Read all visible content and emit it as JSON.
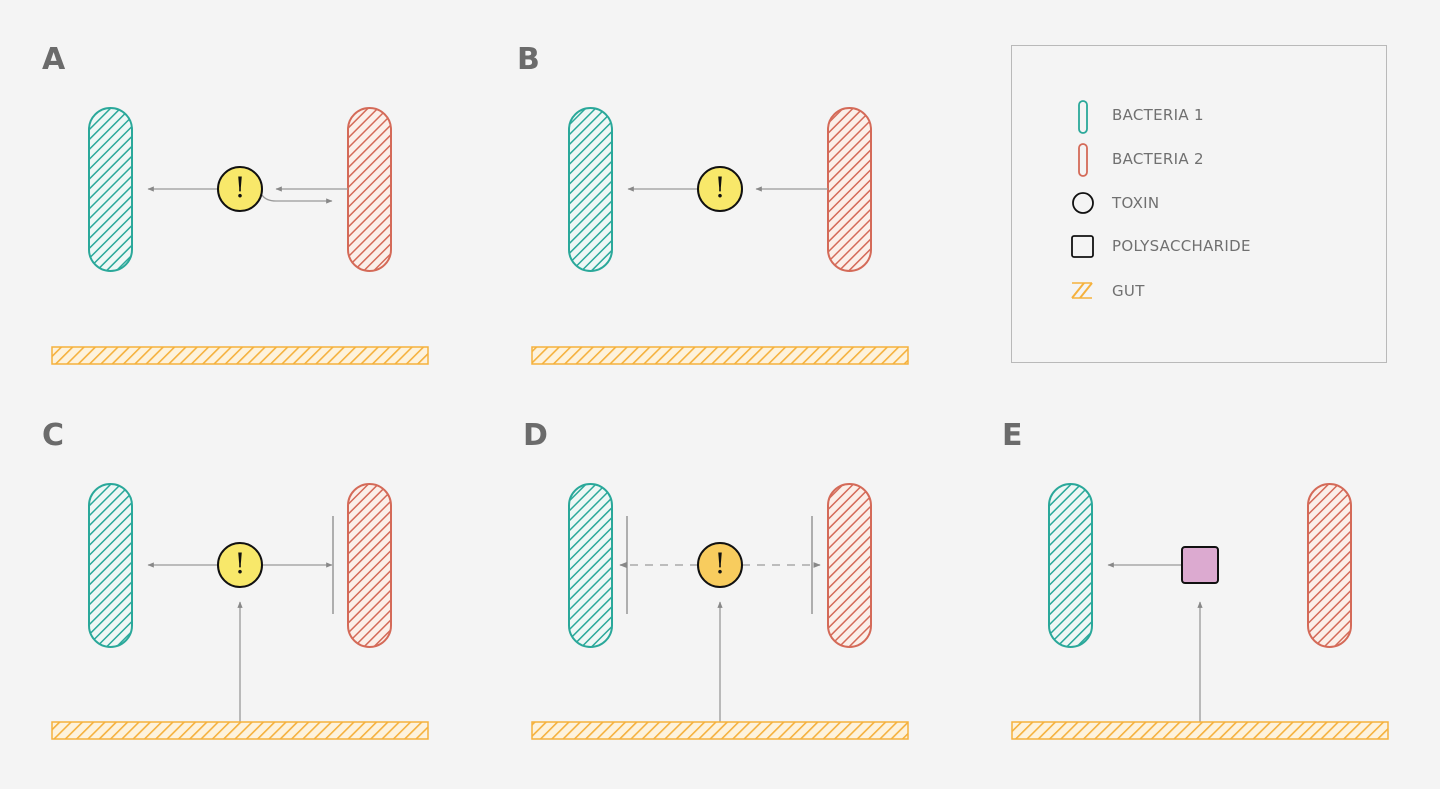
{
  "panels": [
    {
      "id": "A",
      "label": "A",
      "toxin": "!"
    },
    {
      "id": "B",
      "label": "B",
      "toxin": "!"
    },
    {
      "id": "C",
      "label": "C",
      "toxin": "!"
    },
    {
      "id": "D",
      "label": "D",
      "toxin": "!"
    },
    {
      "id": "E",
      "label": "E"
    }
  ],
  "legend": {
    "items": [
      {
        "label": "BACTERIA 1",
        "icon": "bacteria-1-icon"
      },
      {
        "label": "BACTERIA 2",
        "icon": "bacteria-2-icon"
      },
      {
        "label": "TOXIN",
        "icon": "toxin-circle-icon"
      },
      {
        "label": "POLYSACCHARIDE",
        "icon": "polysaccharide-square-icon"
      },
      {
        "label": "GUT",
        "icon": "gut-hatch-icon"
      }
    ]
  },
  "colors": {
    "background": "#f4f4f4",
    "bacteria_1": "#2aa89a",
    "bacteria_2": "#d46a58",
    "gut": "#f5b13d",
    "toxin_fill": "#f8e86a",
    "toxin_fill_d": "#f8cc5e",
    "polysaccharide_fill": "#dcaad0",
    "arrow": "#999999",
    "label": "#6b6b6b"
  }
}
